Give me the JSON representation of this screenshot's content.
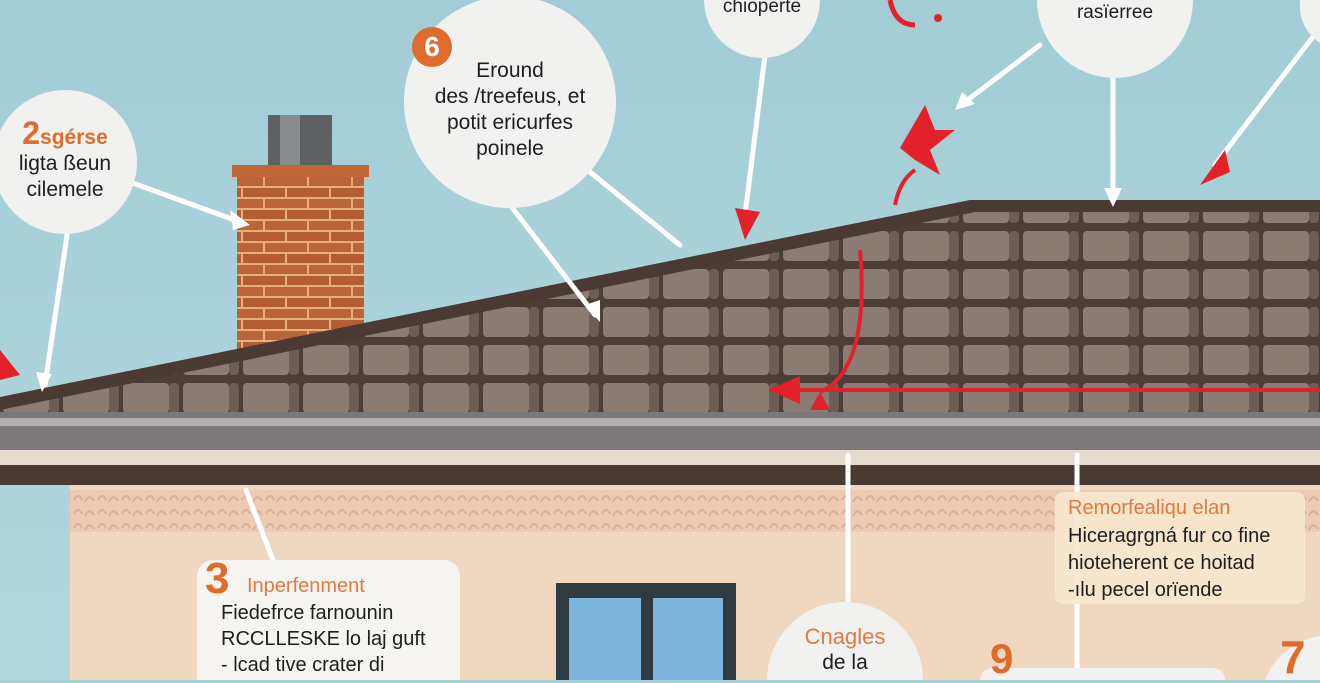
{
  "colors": {
    "sky": "#a9d1d9",
    "roof": "#6e625c",
    "brick": "#b9643a",
    "wall": "#efd8bf",
    "accent_orange": "#e06b2a",
    "arrow_red": "#e3212b",
    "callout_bg": "#f2f2f0"
  },
  "callouts": {
    "c2": {
      "number": "2",
      "title": "sgérse",
      "lines": [
        "ligta ßeun",
        "cilemele"
      ]
    },
    "c6": {
      "number": "6",
      "lines": [
        "Eround",
        "des /treefeus, et",
        "potit ericurfes",
        "poinele"
      ]
    },
    "c_top": {
      "lines": [
        "chioperte"
      ]
    },
    "c_top_right": {
      "lines": [
        "rasïerree"
      ]
    },
    "c3": {
      "number": "3",
      "title": "Inperfenment",
      "lines": [
        "Fiedefrce farnounin",
        "RCCLLESKE lo laj guft",
        "- lcad tive crater di"
      ]
    },
    "c_right": {
      "title": "Remorfealiqu elan",
      "lines": [
        "Hiceragrgná fur co fine",
        "hioteherent ce hoitad",
        "-ılu pecel orïende"
      ]
    },
    "c_bottom": {
      "title": "Cnagles",
      "lines": [
        "de la"
      ]
    },
    "c9": {
      "number": "9"
    },
    "c7": {
      "number": "7"
    }
  }
}
